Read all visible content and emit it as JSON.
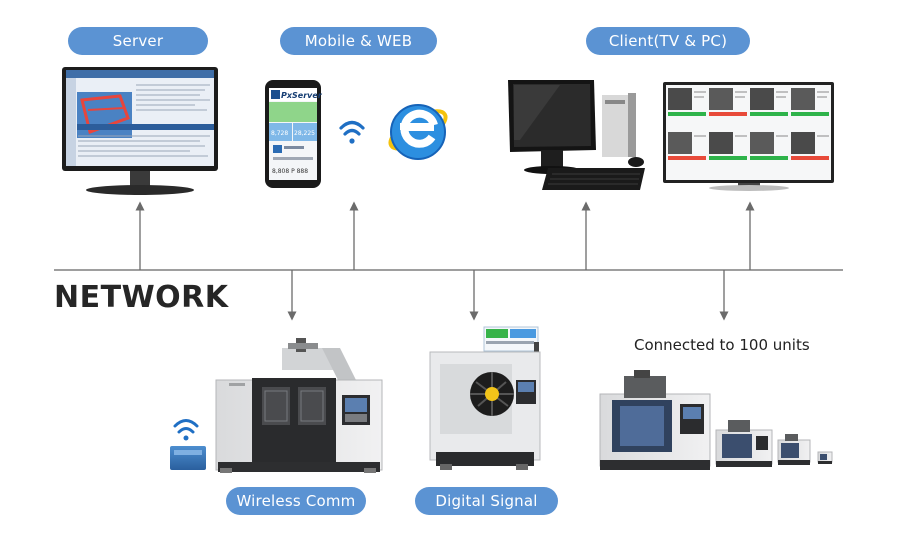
{
  "labels": {
    "server": "Server",
    "mobile_web": "Mobile & WEB",
    "client": "Client(TV & PC)",
    "network": "NETWORK",
    "wireless": "Wireless Comm",
    "digital": "Digital Signal",
    "connected": "Connected to 100 units"
  },
  "phone": {
    "app_name": "PxServer",
    "value_a": "8,728",
    "value_b": "28,225",
    "footer": "8,808 P 888"
  },
  "colors": {
    "accent": "#5b93d3",
    "line": "#7f7f7f",
    "arrow": "#6b6b6b"
  },
  "icons": [
    "monitor-icon",
    "smartphone-icon",
    "wifi-icon",
    "ie-icon",
    "desktop-pc-icon",
    "tv-icon",
    "cnc-machine-icon"
  ]
}
